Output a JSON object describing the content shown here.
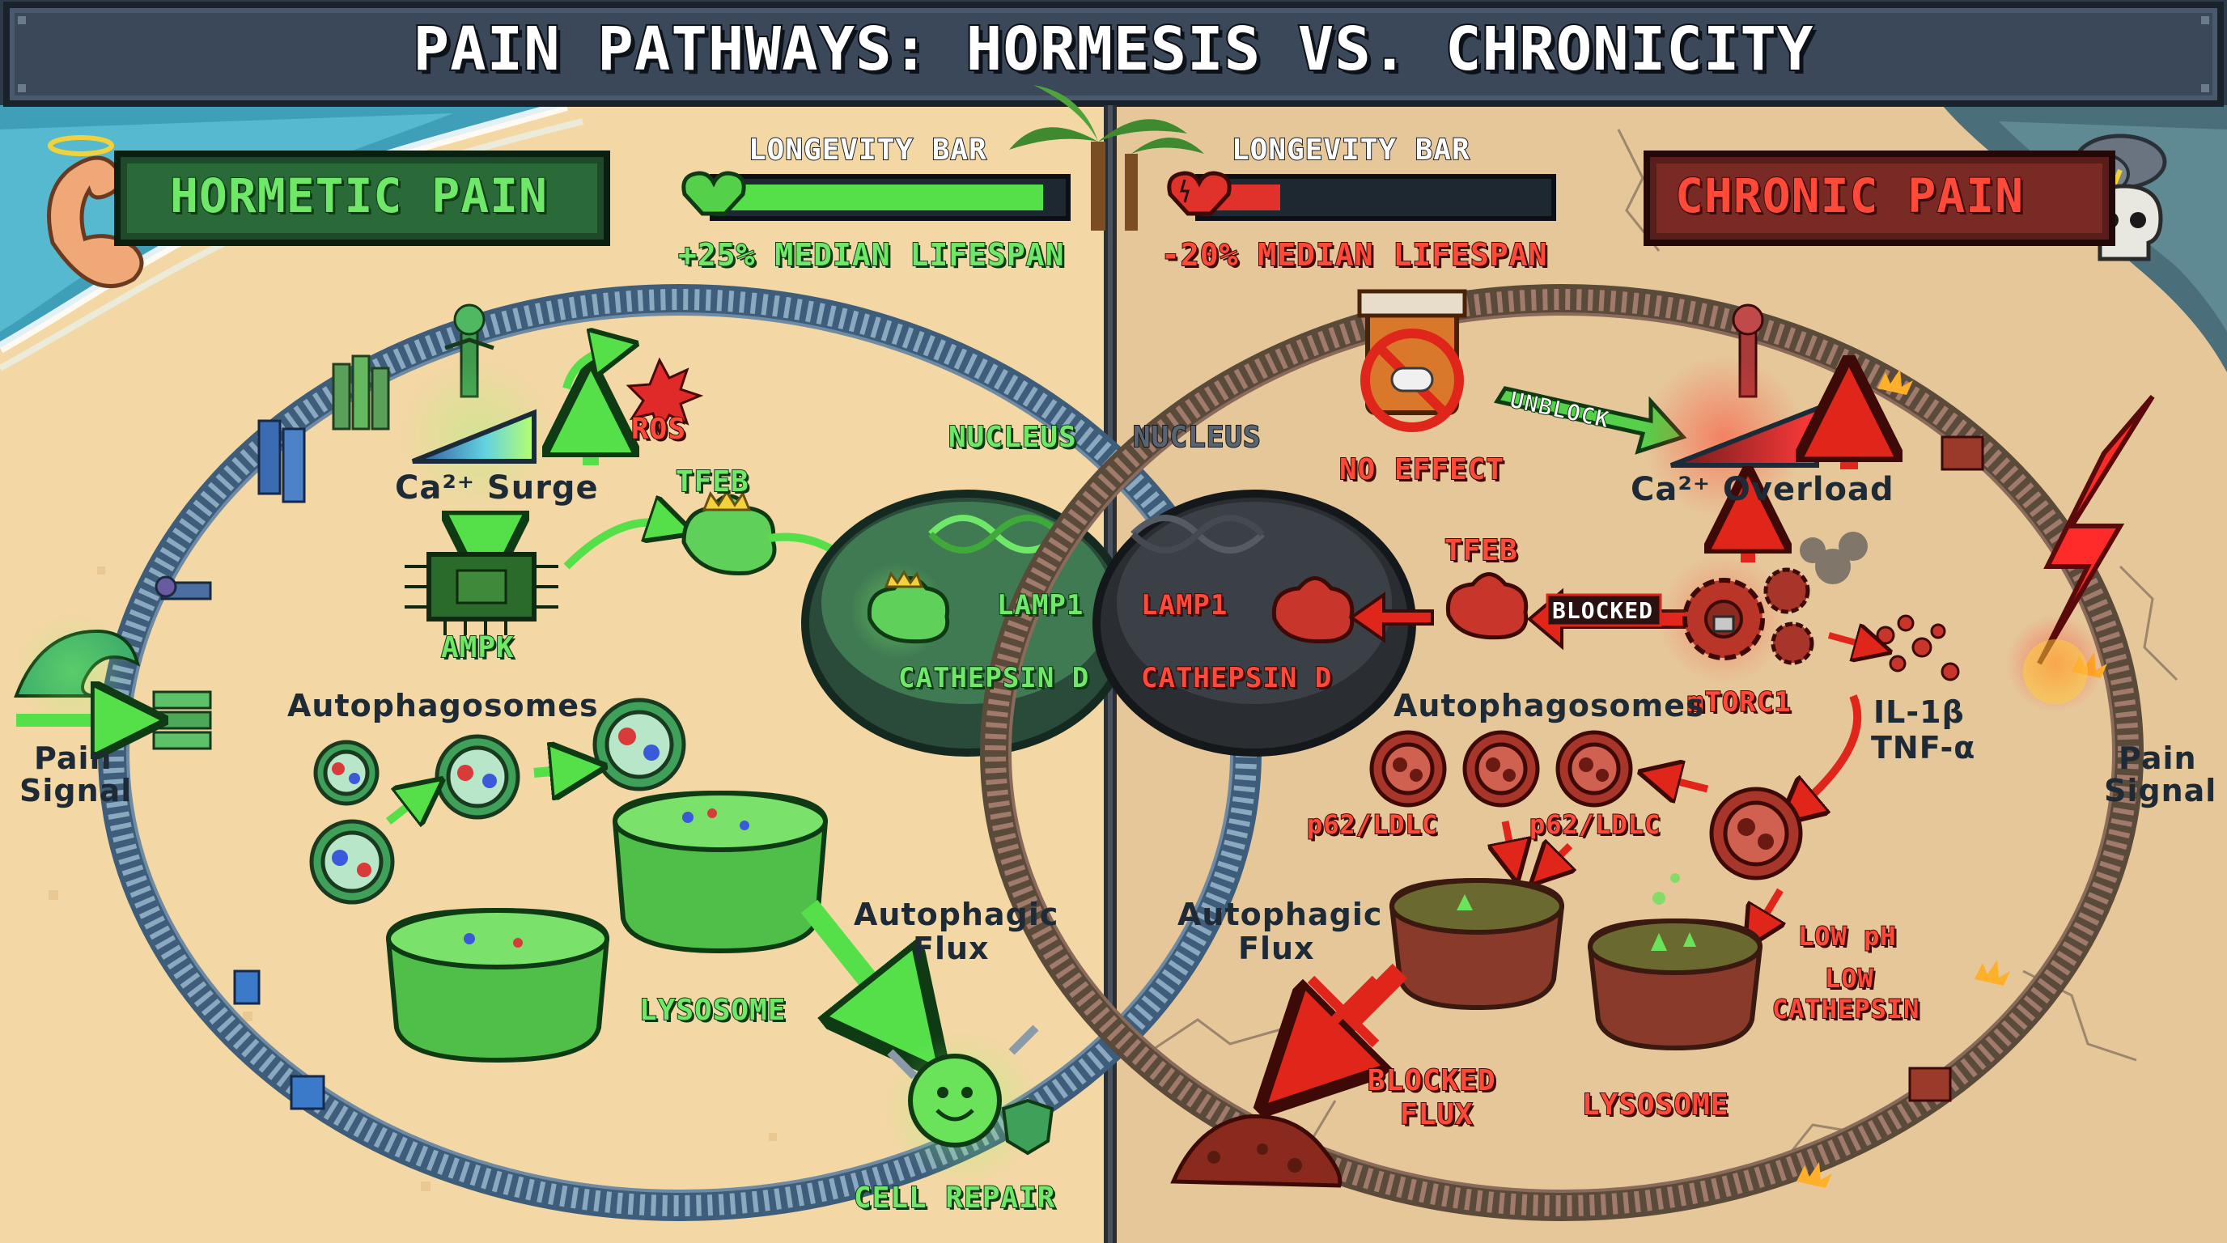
{
  "title": "PAIN PATHWAYS: HORMESIS VS. CHRONICITY",
  "left": {
    "panel_title": "HORMETIC PAIN",
    "longevity_label": "LONGEVITY BAR",
    "longevity_fill": 0.95,
    "lifespan_text": "+25% MEDIAN LIFESPAN",
    "pain_signal": [
      "Pain",
      "Signal"
    ],
    "ros": "ROS",
    "ca_surge": "Ca²⁺ Surge",
    "ampk": "AMPK",
    "tfeb": "TFEB",
    "nucleus": "NUCLEUS",
    "lamp1": "LAMP1",
    "cathepsin_d": "CATHEPSIN D",
    "autophagosomes": "Autophagosomes",
    "autophagic_flux": [
      "Autophagic",
      "Flux"
    ],
    "lysosome": "LYSOSOME",
    "cell_repair": "CELL REPAIR"
  },
  "right": {
    "panel_title": "CHRONIC PAIN",
    "longevity_label": "LONGEVITY BAR",
    "longevity_fill": 0.22,
    "lifespan_text": "-20% MEDIAN LIFESPAN",
    "no_effect": "NO EFFECT",
    "unblock": "UNBLOCK",
    "ca_overload": "Ca²⁺ Overload",
    "nucleus": "NUCLEUS",
    "tfeb": "TFEB",
    "blocked": "BLOCKED",
    "lamp1": "LAMP1",
    "cathepsin_d": "CATHEPSIN D",
    "mtorc1": "mTORC1",
    "il1b": "IL-1β",
    "tnfa": "TNF-α",
    "autophagosomes": "Autophagosomes",
    "p62_a": "p62/LDLC",
    "p62_b": "p62/LDLC",
    "autophagic_flux": [
      "Autophagic",
      "Flux"
    ],
    "low_ph": "LOW pH",
    "low_cathepsin": [
      "LOW",
      "CATHEPSIN"
    ],
    "blocked_flux": [
      "BLOCKED",
      "FLUX"
    ],
    "lysosome": "LYSOSOME",
    "pain_signal": [
      "Pain",
      "Signal"
    ]
  },
  "colors": {
    "hormetic_green": "#6fe86a",
    "chronic_red": "#ff4a3a",
    "sand": "#f3d7a4",
    "cracked_sand": "#e6c79a"
  }
}
